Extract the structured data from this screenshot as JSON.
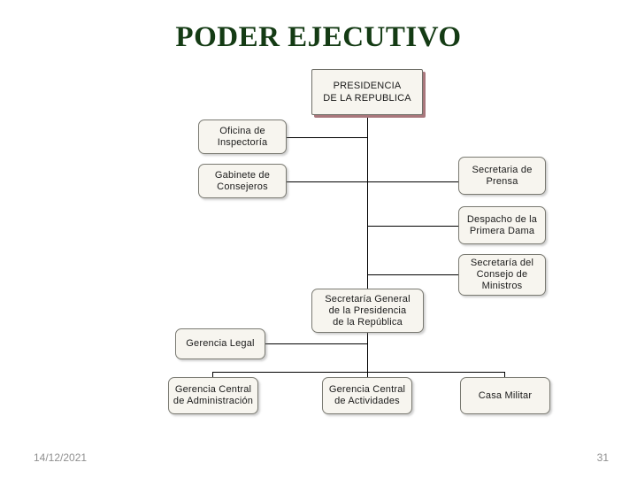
{
  "slide": {
    "title": "PODER EJECUTIVO",
    "title_color": "#143b14",
    "background_color": "#ffffff"
  },
  "footer": {
    "date": "14/12/2021",
    "page_number": "31"
  },
  "chart_data": {
    "type": "diagram",
    "diagram_kind": "organizational-chart",
    "title": "PODER EJECUTIVO",
    "box_fill_color": "#f7f5ef",
    "box_border_color": "#7a7a72",
    "root_shadow_color": "#a9777c",
    "connector_color": "#000000",
    "nodes": [
      {
        "id": "presidencia",
        "label": "PRESIDENCIA\nDE LA REPUBLICA",
        "level": 0,
        "column": "center"
      },
      {
        "id": "oficina-inspectoria",
        "label": "Oficina de\nInspectoría",
        "level": 1,
        "column": "left"
      },
      {
        "id": "gabinete-consejeros",
        "label": "Gabinete de\nConsejeros",
        "level": 1,
        "column": "left"
      },
      {
        "id": "secretaria-prensa",
        "label": "Secretaria de\nPrensa",
        "level": 1,
        "column": "right"
      },
      {
        "id": "despacho-primera-dama",
        "label": "Despacho de la\nPrimera Dama",
        "level": 1,
        "column": "right"
      },
      {
        "id": "secretaria-consejo-ministros",
        "label": "Secretaría del\nConsejo de\nMinistros",
        "level": 1,
        "column": "right"
      },
      {
        "id": "secretaria-general",
        "label": "Secretaría General\nde la Presidencia\nde la República",
        "level": 2,
        "column": "center"
      },
      {
        "id": "gerencia-legal",
        "label": "Gerencia Legal",
        "level": 3,
        "column": "left"
      },
      {
        "id": "gerencia-central-administracion",
        "label": "Gerencia Central\nde Administración",
        "level": 4,
        "column": "left"
      },
      {
        "id": "gerencia-central-actividades",
        "label": "Gerencia Central\nde Actividades",
        "level": 4,
        "column": "center"
      },
      {
        "id": "casa-militar",
        "label": "Casa Militar",
        "level": 4,
        "column": "right"
      }
    ],
    "edges": [
      {
        "from": "presidencia",
        "to": "oficina-inspectoria"
      },
      {
        "from": "presidencia",
        "to": "gabinete-consejeros"
      },
      {
        "from": "presidencia",
        "to": "secretaria-prensa"
      },
      {
        "from": "presidencia",
        "to": "despacho-primera-dama"
      },
      {
        "from": "presidencia",
        "to": "secretaria-consejo-ministros"
      },
      {
        "from": "presidencia",
        "to": "secretaria-general"
      },
      {
        "from": "secretaria-general",
        "to": "gerencia-legal"
      },
      {
        "from": "secretaria-general",
        "to": "gerencia-central-administracion"
      },
      {
        "from": "secretaria-general",
        "to": "gerencia-central-actividades"
      },
      {
        "from": "secretaria-general",
        "to": "casa-militar"
      }
    ]
  }
}
